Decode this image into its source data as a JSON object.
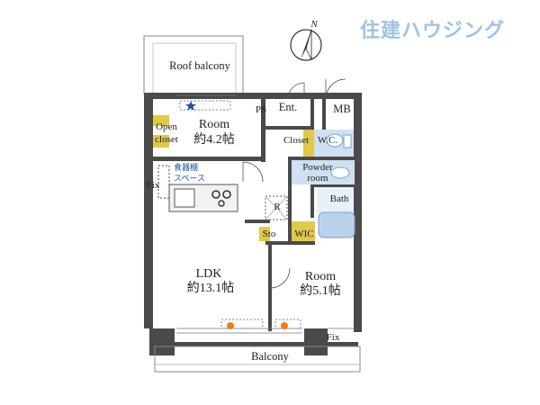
{
  "brand": {
    "logo_text": "住建ハウジング"
  },
  "compass": {
    "label": "N"
  },
  "rooms": {
    "roof_balcony": "Roof balcony",
    "room1_name": "Room",
    "room1_size": "約4.2帖",
    "open_closet_1": "Open",
    "open_closet_2": "closet",
    "ps": "PS",
    "entrance": "Ent.",
    "mb": "MB",
    "closet": "Closet",
    "wc": "W.C.",
    "powder_1": "Powder",
    "powder_2": "room",
    "bath": "Bath",
    "shelf_1": "食器棚",
    "shelf_2": "スペース",
    "fix_left": "Fix",
    "fridge": "R",
    "storage": "Sto",
    "wic": "WIC",
    "ldk_name": "LDK",
    "ldk_size": "約13.1帖",
    "room2_name": "Room",
    "room2_size": "約5.1帖",
    "fix_right": "Fix",
    "balcony": "Balcony"
  },
  "colors": {
    "wall": "#4a4a4a",
    "storage_fill": "#e0c84a",
    "wet_area_fill": "#cfe0f2",
    "aircon_dot": "#f07d1a",
    "star": "#1f4fa0",
    "logo": "#9fc3e6"
  }
}
